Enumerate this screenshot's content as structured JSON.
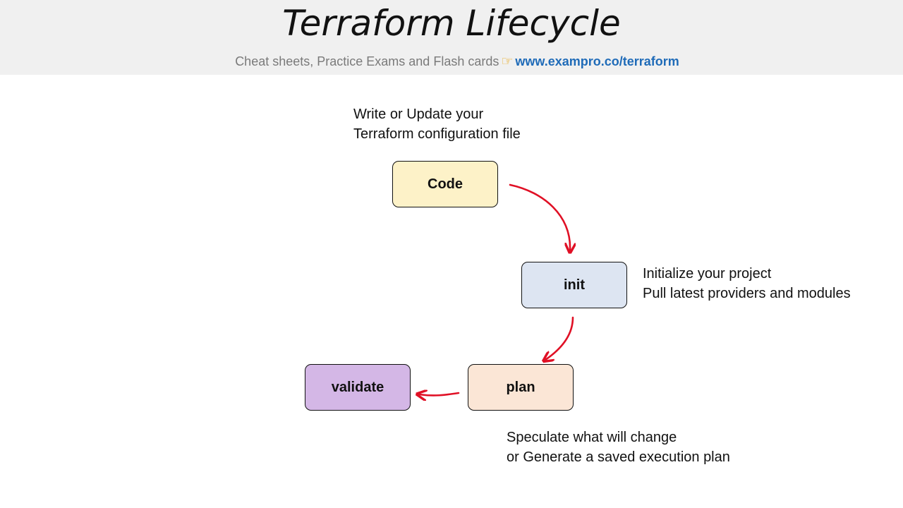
{
  "header": {
    "title": "Terraform Lifecycle",
    "subtitle_text": "Cheat sheets, Practice Exams and Flash cards",
    "pointer_icon": "pointing-hand-icon",
    "link_text": "www.exampro.co/terraform"
  },
  "notes": {
    "code_note": [
      "Write or Update your",
      "Terraform configuration file"
    ],
    "init_note": [
      "Initialize your project",
      "Pull latest providers and modules"
    ],
    "plan_note": [
      "Speculate what will change",
      "or Generate a saved execution plan"
    ]
  },
  "nodes": {
    "code": {
      "label": "Code",
      "color": "#fdf2c8"
    },
    "init": {
      "label": "init",
      "color": "#dde5f2"
    },
    "plan": {
      "label": "plan",
      "color": "#fbe6d6"
    },
    "validate": {
      "label": "validate",
      "color": "#d4b7e6"
    }
  },
  "colors": {
    "header_bg": "#f0f0f0",
    "link": "#1f6bb8",
    "arrow": "#e01025"
  }
}
